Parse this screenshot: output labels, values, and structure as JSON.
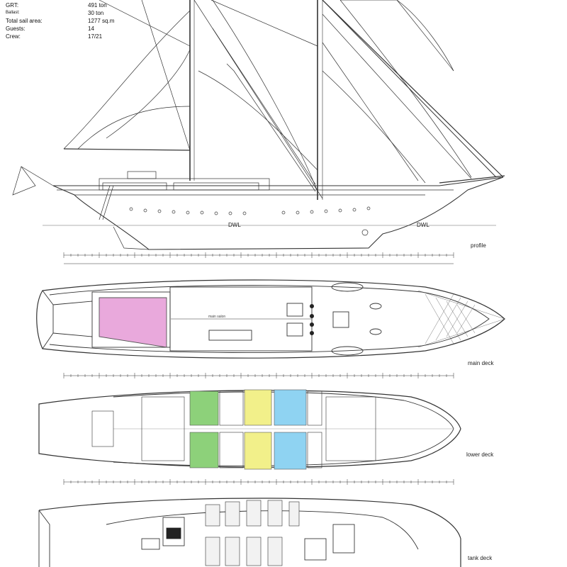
{
  "specs": [
    {
      "label": "GRT:",
      "value": "491 ton"
    },
    {
      "label": "Ballast:",
      "value": "30 ton"
    },
    {
      "label": "Total sail area:",
      "value": "1277 sq.m"
    },
    {
      "label": "Guests:",
      "value": "14"
    },
    {
      "label": "Crew:",
      "value": "17/21"
    }
  ],
  "views": {
    "profile": "profile",
    "main_deck": "main deck",
    "lower_deck": "lower deck",
    "tank_deck": "tank deck"
  },
  "profile_marks": {
    "dwl_aft": "DWL",
    "dwl_fwd": "DWL"
  },
  "main_deck_labels": {
    "main_salon": "main salon"
  },
  "colors": {
    "owner_cabin": "#e9a9dc",
    "guest_cabin_green": "#8dd17a",
    "guest_cabin_yellow": "#f2f08a",
    "guest_cabin_blue": "#8fd3f2",
    "line": "#333333"
  }
}
